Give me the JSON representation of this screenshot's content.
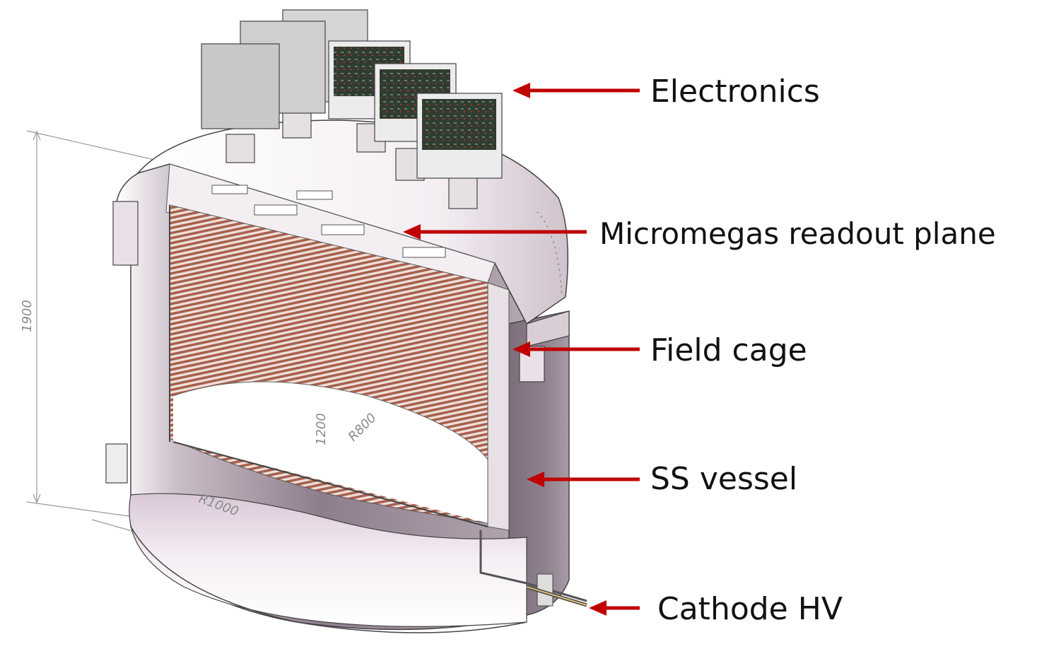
{
  "callouts": {
    "electronics": "Electronics",
    "micromegas": "Micromegas readout plane",
    "field_cage": "Field cage",
    "ss_vessel": "SS vessel",
    "cathode_hv": "Cathode HV"
  },
  "dimensions": {
    "height_total": "1900",
    "height_cage": "1200",
    "radius_cage": "R800",
    "radius_vessel": "R1000"
  },
  "colors": {
    "arrow": "#c00000",
    "vessel_fill": "#9e8f9b",
    "cage_copper": "#b07060",
    "pcb_green": "#2b3a2a"
  }
}
